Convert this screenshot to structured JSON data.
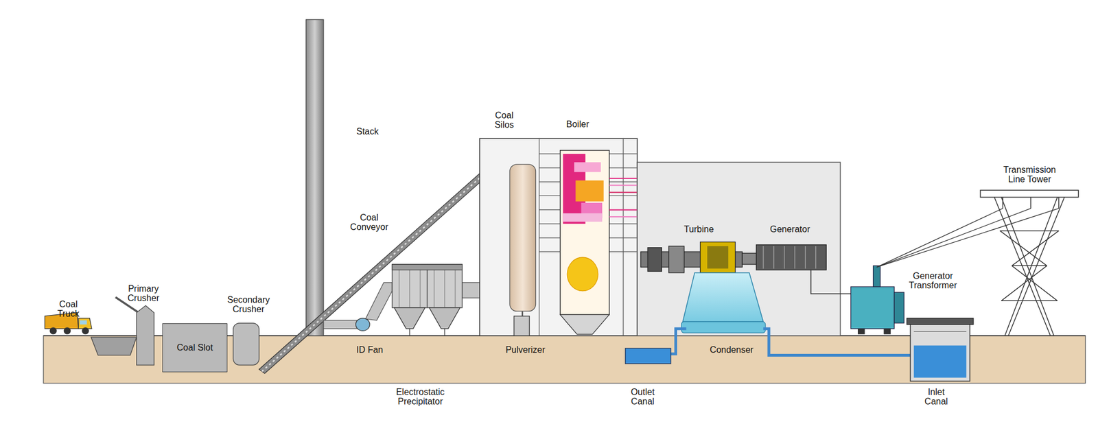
{
  "diagram": {
    "nodes": [
      {
        "text": [
          "Coal Slot"
        ]
      }
    ],
    "labels": [
      "Coal Truck",
      "Primary Crusher",
      "Secondary Crusher",
      "Stack",
      "Coal Conveyor",
      "Coal Silos",
      "Boiler",
      "ID Fan",
      "Pulverizer",
      "Electrostatic Precipitator",
      "Turbine",
      "Generator",
      "Condenser",
      "Outlet Canal",
      "Inlet Canal",
      "Generator Transformer",
      "Transmission Line Tower"
    ]
  }
}
